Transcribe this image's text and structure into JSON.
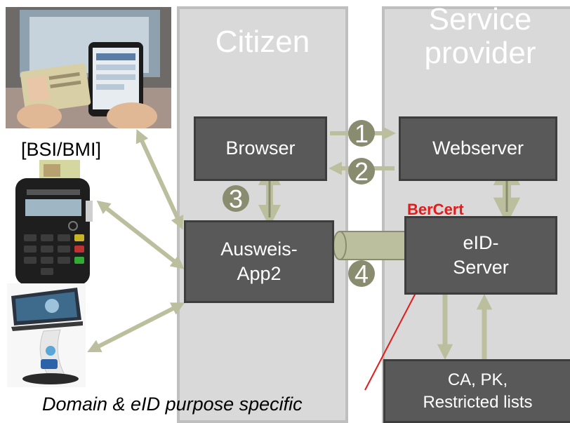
{
  "columns": {
    "citizen": "Citizen",
    "service_provider": "Service\nprovider"
  },
  "boxes": {
    "browser": "Browser",
    "webserver": "Webserver",
    "ausweisapp": "Ausweis-\nApp2",
    "eid_server": "eID-\nServer",
    "ca_lists": "CA, PK,\nRestricted lists"
  },
  "steps": [
    "1",
    "2",
    "3",
    "4"
  ],
  "labels": {
    "source": "[BSI/BMI]",
    "bercert": "BerCert",
    "domain_note": "Domain & eID purpose specific"
  },
  "colors": {
    "arrow": "#bcbf9e",
    "arrow_dark": "#8a8c70",
    "box": "#595959",
    "column": "#d9d9d9",
    "accent_red": "#e31b1b"
  }
}
